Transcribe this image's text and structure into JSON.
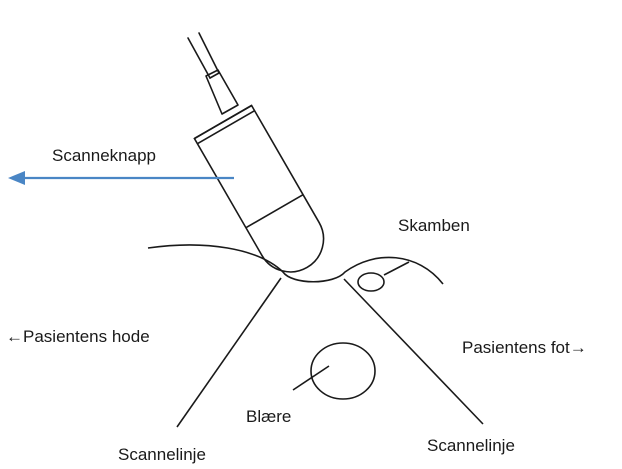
{
  "labels": {
    "scan_button": "Scanneknapp",
    "pubic_bone": "Skamben",
    "patient_head": "←Pasientens hode",
    "patient_foot": "Pasientens fot→",
    "bladder": "Blære",
    "scan_line_left": "Scannelinje",
    "scan_line_right": "Scannelinje"
  },
  "colors": {
    "arrow": "#4a86c5",
    "line": "#1a1a1a"
  }
}
